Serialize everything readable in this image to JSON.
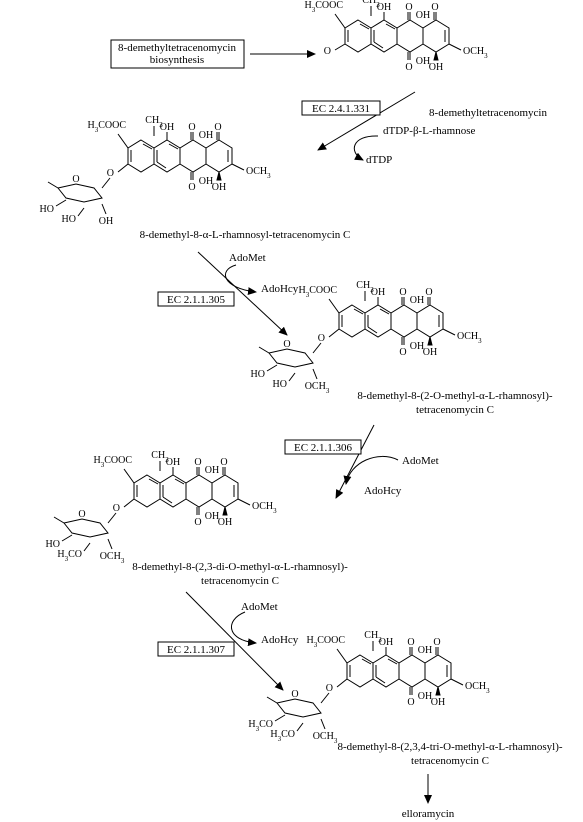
{
  "start_box": [
    "8-demethyltetracenomycin",
    "biosynthesis"
  ],
  "compounds": [
    {
      "name_lines": [
        "8-demethyltetracenomycin"
      ]
    },
    {
      "name_lines": [
        "8-demethyl-8-α-L-rhamnosyl-tetracenomycin C"
      ]
    },
    {
      "name_lines": [
        "8-demethyl-8-(2-O-methyl-α-L-rhamnosyl)-",
        "tetracenomycin C"
      ]
    },
    {
      "name_lines": [
        "8-demethyl-8-(2,3-di-O-methyl-α-L-rhamnosyl)-",
        "tetracenomycin C"
      ]
    },
    {
      "name_lines": [
        "8-demethyl-8-(2,3,4-tri-O-methyl-α-L-rhamnosyl)-",
        "tetracenomycin C"
      ]
    }
  ],
  "final_product": "elloramycin",
  "enzymes": [
    "EC 2.4.1.331",
    "EC 2.1.1.305",
    "EC 2.1.1.306",
    "EC 2.1.1.307"
  ],
  "cosubstrates": [
    {
      "in": "dTDP-β-L-rhamnose",
      "out": "dTDP"
    },
    {
      "in": "AdoMet",
      "out": "AdoHcy"
    },
    {
      "in": "AdoMet",
      "out": "AdoHcy"
    },
    {
      "in": "AdoMet",
      "out": "AdoHcy"
    }
  ],
  "substituents": {
    "ester": "H3COOC",
    "methyl": "CH3",
    "hydroxyl": "OH",
    "oxo": "O",
    "methoxy": "OCH3",
    "sugar_methoxy": "H3CO",
    "phenoxide": "O"
  }
}
